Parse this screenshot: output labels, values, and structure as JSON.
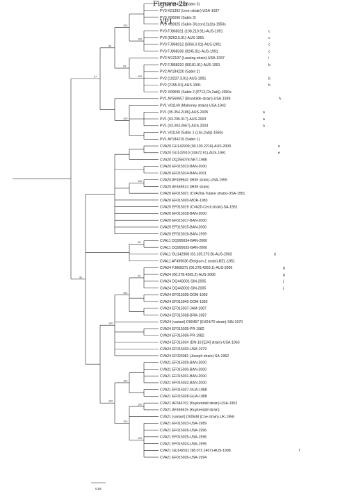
{
  "figure": {
    "title": "Figure 2b",
    "gene": "VP1"
  },
  "scale_bar": {
    "label": "0.05"
  },
  "colors": {
    "line": "#222222",
    "text": "#222222"
  },
  "leaves": [
    {
      "label": "PV3 AY184221 (Sabin 3)",
      "mark": ""
    },
    {
      "label": "PV3 K01392 (Leon strain)-USA-1937",
      "mark": ""
    },
    {
      "label": "PV3 X00596 (Sabin 3)",
      "mark": ""
    },
    {
      "label": "PV3 X00925 (Sabin 3/Leon12a1b)-1950s",
      "mark": ""
    },
    {
      "label": "PV3 FJ868311 (108.210.91)-AUS-1991",
      "mark": "c"
    },
    {
      "label": "PV3 (8263.5.91)-AUS-1991",
      "mark": "c"
    },
    {
      "label": "PV3 FJ868312 (5066.0.91)-AUS-1991",
      "mark": "c"
    },
    {
      "label": "PV3 FJ868336 (9245.91)-AUS-1991",
      "mark": "c"
    },
    {
      "label": "PV2 M12197 (Lansing strain)-USA-1937",
      "mark": "i"
    },
    {
      "label": "PV2 FJ868310 (90181.91)-AUS-1991",
      "mark": "b"
    },
    {
      "label": "PV2 AY184220 (Sabin 2)",
      "mark": ""
    },
    {
      "label": "PV2 (10237.3.91)-AUS-1991",
      "mark": "b"
    },
    {
      "label": "PV2 (2155.91)-AUS-1991",
      "mark": "b"
    },
    {
      "label": "PV2 X00595 (Sabin 2 (P712,Ch,2ab))-1950s",
      "mark": ""
    },
    {
      "label": "PV1 AY560657 (Brunhilde strain)-USA-1939",
      "mark": "h"
    },
    {
      "label": "PV1 V01149 (Mahoney strain)-USA-1942",
      "mark": ""
    },
    {
      "label": "PV1 (05.354.2186)-AUS-2005",
      "mark": "a"
    },
    {
      "label": "PV1 (03.295.317)-AUS-2003",
      "mark": "a"
    },
    {
      "label": "PV1 (03.303.2667)-AUS-2003",
      "mark": "a"
    },
    {
      "label": "PV1 V01150 (Sabin 1 (LSc,2ab))-1950s",
      "mark": ""
    },
    {
      "label": "PV1 AY184219 (Sabin 1)",
      "mark": ""
    },
    {
      "label": "CVA20 GU142909 (00.193.2216)-AUS-2000",
      "mark": "e"
    },
    {
      "label": "CVA20 GU142910 (33672.91)-AUS-1991",
      "mark": "e"
    },
    {
      "label": "CVA20 DQ255078-NET-1988",
      "mark": ""
    },
    {
      "label": "CVA20 EF015013-BAN-2000",
      "mark": ""
    },
    {
      "label": "CVA20 EF015014-BAN-2001",
      "mark": ""
    },
    {
      "label": "CVA20 AF499642 (IH35 strain)-USA-1955",
      "mark": ""
    },
    {
      "label": "CVA20 AF465514 (IH35 strain)",
      "mark": ""
    },
    {
      "label": "CVA20 EF015021 (CVA20a-Tulane strain)-USA-1951",
      "mark": ""
    },
    {
      "label": "CVA20 EF015020-MOR-1983",
      "mark": ""
    },
    {
      "label": "CVA20 EF015019 (CVA20-Cecil strain)-SA-1951",
      "mark": ""
    },
    {
      "label": "CVA20 EF015018-BAN-2000",
      "mark": ""
    },
    {
      "label": "CVA20 EF015017-BAN-2000",
      "mark": ""
    },
    {
      "label": "CVA20 EF015015-BAN-2000",
      "mark": ""
    },
    {
      "label": "CVA20 EF015016-BAN-1999",
      "mark": ""
    },
    {
      "label": "CVA11 DQ995634-BAN-2000",
      "mark": ""
    },
    {
      "label": "CVA11 DQ995633-BAN-2000",
      "mark": ""
    },
    {
      "label": "CVA11 GU142908 (03.105.270.B)-AUS-2003",
      "mark": "d"
    },
    {
      "label": "CVA11 AF499636 (Belgium-1 strain)-BEL-1951",
      "mark": ""
    },
    {
      "label": "CVA24 FJ868371 (06.278.4269.1)-AUS-2006",
      "mark": "g"
    },
    {
      "label": "CVA24 (06.278.4269.2)-AUS-2006",
      "mark": "g"
    },
    {
      "label": "CVA24 DQ443001-SIN-2005",
      "mark": "j"
    },
    {
      "label": "CVA24 DQ443002-SIN-2005",
      "mark": "j"
    },
    {
      "label": "CVA24 EF015039-DOM-1993",
      "mark": ""
    },
    {
      "label": "CVA24 EF015040-DOM-1993",
      "mark": ""
    },
    {
      "label": "CVA24 EF015037-JAM-1987",
      "mark": ""
    },
    {
      "label": "CVA24 EF015038-BRA-1987",
      "mark": ""
    },
    {
      "label": "CVA24 (variant) D90457 (EH24/70 strain)-SIN-1970",
      "mark": ""
    },
    {
      "label": "CVA24 EF015035-PR-1982",
      "mark": ""
    },
    {
      "label": "CVA24 EF015036-PR-1982",
      "mark": ""
    },
    {
      "label": "CVA24 EF015034 (DN-19 [E34] strain)-USA-1963",
      "mark": ""
    },
    {
      "label": "CVA24 EF015033-USA-1979",
      "mark": ""
    },
    {
      "label": "CVA24 EF026081 (Joseph strain)-SA-1952",
      "mark": ""
    },
    {
      "label": "CVA21 EF015029-BAN-2000",
      "mark": ""
    },
    {
      "label": "CVA21 EF015030-BAN-2000",
      "mark": ""
    },
    {
      "label": "CVA21 EF015031-BAN-2000",
      "mark": ""
    },
    {
      "label": "CVA21 EF015032-BAN-2000",
      "mark": ""
    },
    {
      "label": "CVA21 EF015027-GUA-1988",
      "mark": ""
    },
    {
      "label": "CVA21 EF015028-GUA-1988",
      "mark": ""
    },
    {
      "label": "CVA21 AF546702 (Kuykendall strain)-USA-1952",
      "mark": ""
    },
    {
      "label": "CVA21 AF465515 (Kuykendall strain)",
      "mark": ""
    },
    {
      "label": "CVA21 (variant) D00538 (Coe strain)-UK-1958",
      "mark": ""
    },
    {
      "label": "CVA21 EF015023-USA-1989",
      "mark": ""
    },
    {
      "label": "CVA21 EF015026-USA-1996",
      "mark": ""
    },
    {
      "label": "CVA21 EF015025-USA-1996",
      "mark": ""
    },
    {
      "label": "CVA21 EF015024-USA-1995",
      "mark": ""
    },
    {
      "label": "CVA21 GU142911 (98.072.1407)-AUS-1998",
      "mark": "f"
    },
    {
      "label": "CVA21 EF015026-USA-1994",
      "mark": ""
    }
  ],
  "tree": {
    "c": [
      {
        "c": [
          {
            "b": "97",
            "c": [
              {
                "b": "94",
                "c": [
                  {
                    "b": "100",
                    "c": [
                      {
                        "c": [
                          {
                            "l": 0
                          },
                          {
                            "l": 1
                          },
                          {
                            "l": 2
                          },
                          {
                            "l": 3
                          }
                        ]
                      },
                      {
                        "b": "100",
                        "c": [
                          {
                            "l": 4
                          },
                          {
                            "l": 5
                          },
                          {
                            "l": 6
                          },
                          {
                            "l": 7
                          }
                        ]
                      }
                    ]
                  },
                  {
                    "b": "95",
                    "c": [
                      {
                        "l": 8
                      },
                      {
                        "b": "100",
                        "c": [
                          {
                            "l": 9
                          },
                          {
                            "l": 10
                          },
                          {
                            "l": 11
                          },
                          {
                            "l": 12
                          },
                          {
                            "l": 13
                          }
                        ]
                      }
                    ]
                  }
                ]
              },
              {
                "c": [
                  {
                    "l": 14
                  },
                  {
                    "b": "100",
                    "c": [
                      {
                        "l": 15
                      },
                      {
                        "c": [
                          {
                            "l": 16
                          },
                          {
                            "l": 17
                          },
                          {
                            "l": 18
                          }
                        ]
                      },
                      {
                        "c": [
                          {
                            "l": 19
                          },
                          {
                            "l": 20
                          }
                        ]
                      }
                    ]
                  }
                ]
              }
            ]
          },
          {
            "b": "95",
            "c": [
              {
                "c": [
                  {
                    "c": [
                      {
                        "c": [
                          {
                            "l": 21
                          },
                          {
                            "l": 22
                          }
                        ]
                      },
                      {
                        "l": 23
                      }
                    ]
                  },
                  {
                    "c": [
                      {
                        "l": 24
                      },
                      {
                        "l": 25
                      }
                    ]
                  },
                  {
                    "c": [
                      {
                        "b": "100",
                        "c": [
                          {
                            "l": 26
                          },
                          {
                            "l": 27
                          }
                        ]
                      },
                      {
                        "l": 28
                      }
                    ]
                  },
                  {
                    "l": 29
                  },
                  {
                    "l": 30
                  },
                  {
                    "l": 31
                  },
                  {
                    "l": 32
                  },
                  {
                    "l": 33
                  },
                  {
                    "l": 34
                  }
                ]
              },
              {
                "c": [
                  {
                    "b": "98",
                    "c": [
                      {
                        "l": 35
                      },
                      {
                        "l": 36
                      }
                    ]
                  },
                  {
                    "l": 37
                  },
                  {
                    "l": 38
                  }
                ]
              },
              {
                "c": [
                  {
                    "b": "100",
                    "c": [
                      {
                        "b": "100",
                        "c": [
                          {
                            "b": "99",
                            "c": [
                              {
                                "l": 39
                              },
                              {
                                "l": 40
                              },
                              {
                                "l": 41
                              },
                              {
                                "l": 42
                              }
                            ]
                          },
                          {
                            "c": [
                              {
                                "l": 43
                              },
                              {
                                "l": 44
                              }
                            ]
                          },
                          {
                            "c": [
                              {
                                "l": 45
                              },
                              {
                                "l": 46
                              }
                            ]
                          }
                        ]
                      },
                      {
                        "l": 47
                      },
                      {
                        "c": [
                          {
                            "l": 48
                          },
                          {
                            "l": 49
                          }
                        ]
                      },
                      {
                        "l": 50
                      },
                      {
                        "l": 51
                      },
                      {
                        "l": 52
                      }
                    ]
                  },
                  {
                    "b": "100",
                    "c": [
                      {
                        "b": "100",
                        "c": [
                          {
                            "c": [
                              {
                                "l": 53
                              },
                              {
                                "l": 54
                              },
                              {
                                "l": 55
                              },
                              {
                                "l": 56
                              }
                            ]
                          },
                          {
                            "c": [
                              {
                                "l": 57
                              },
                              {
                                "l": 58
                              }
                            ]
                          }
                        ]
                      },
                      {
                        "b": "100",
                        "c": [
                          {
                            "b": "100",
                            "c": [
                              {
                                "l": 59
                              },
                              {
                                "l": 60
                              }
                            ]
                          },
                          {
                            "l": 61
                          },
                          {
                            "b": "100",
                            "c": [
                              {
                                "l": 62
                              },
                              {
                                "l": 63
                              },
                              {
                                "l": 64
                              },
                              {
                                "l": 65
                              },
                              {
                                "l": 66
                              },
                              {
                                "l": 67
                              }
                            ]
                          }
                        ]
                      }
                    ]
                  }
                ]
              }
            ]
          }
        ]
      }
    ]
  }
}
